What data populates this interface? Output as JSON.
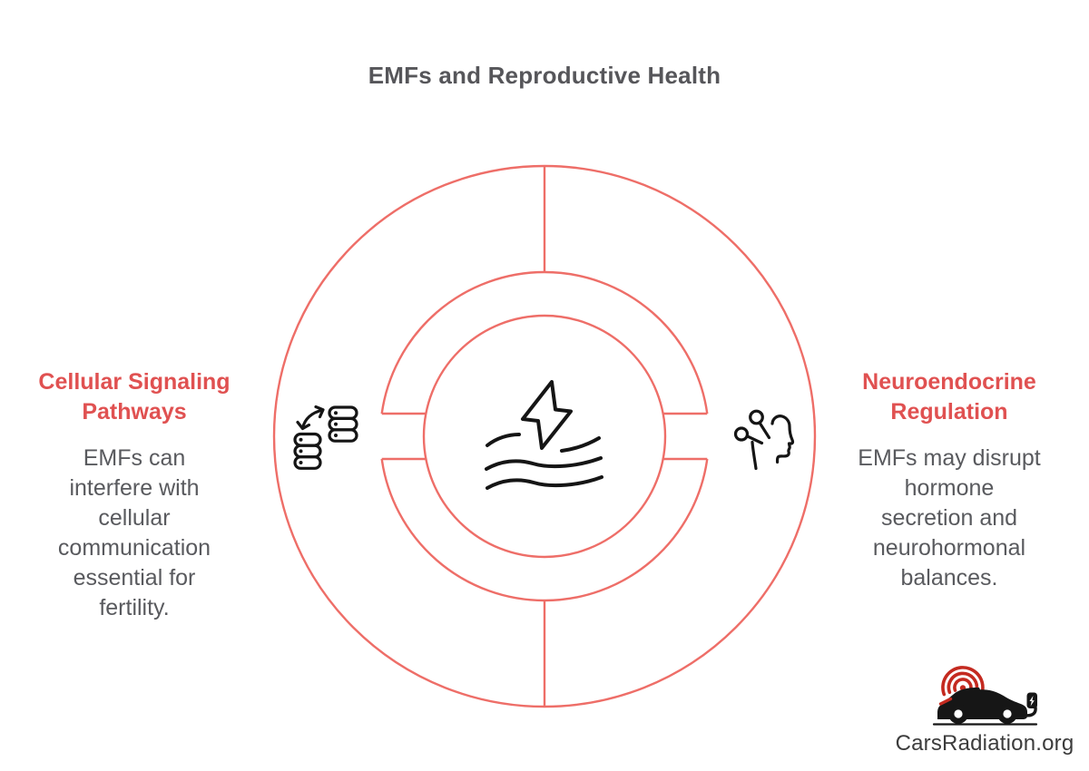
{
  "title": "EMFs and Reproductive Health",
  "diagram": {
    "center_icon": "lightning-waves-icon",
    "left_item": {
      "icon": "data-exchange-icon",
      "heading": "Cellular Signaling\nPathways",
      "body": "EMFs can\ninterfere with\ncellular\ncommunication\nessential for\nfertility."
    },
    "right_item": {
      "icon": "head-signals-icon",
      "heading": "Neuroendocrine\nRegulation",
      "body": "EMFs may disrupt\nhormone\nsecretion and\nneurohormonal\nbalances."
    }
  },
  "branding": {
    "logo_icon": "car-radiation-logo-icon",
    "site_name": "CarsRadiation.org"
  },
  "colors": {
    "ring_stroke": "#ee6e68",
    "heading_red": "#e05151",
    "body_text": "#595a5e",
    "title_text": "#56565a",
    "icon_stroke": "#151515",
    "logo_black": "#161616",
    "logo_red": "#c42a20",
    "site_name_text": "#3c3c3c"
  }
}
